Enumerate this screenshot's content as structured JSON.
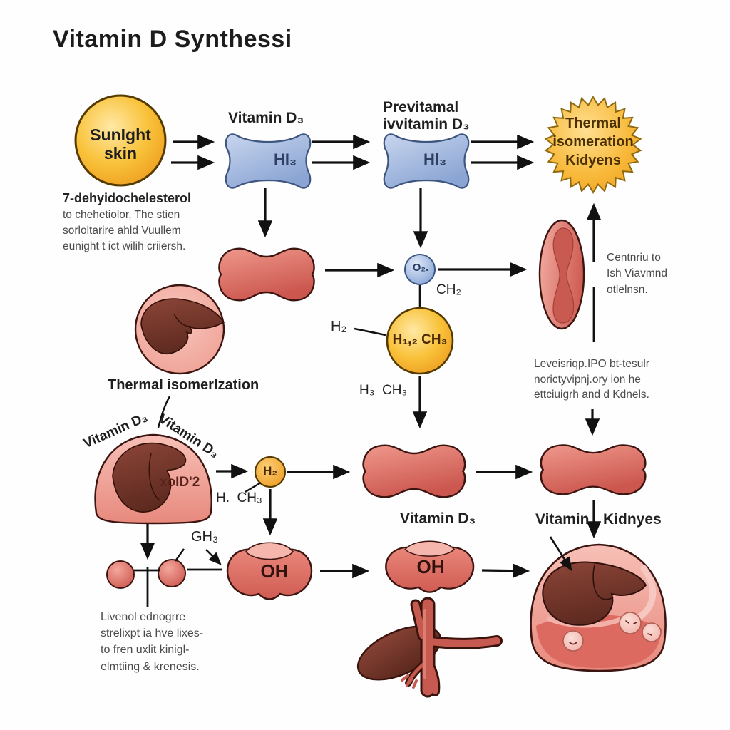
{
  "title": "Vitamin D Synthessi",
  "sun": {
    "line1": "SunIght",
    "line2": "skin"
  },
  "top": {
    "blue1_label": "Vitamin D₃",
    "blue1_inner": "HI₃",
    "blue2_label_line1": "Previtamal",
    "blue2_label_line2": "ivvitamin D₃",
    "blue2_inner": "Hl₃",
    "star_line1": "Thermal",
    "star_line2": "isomeration",
    "star_line3": "Kidyens"
  },
  "left_note": {
    "heading": "7-dehyidochelesterol",
    "line1": "to chehetiolor, The stien",
    "line2": "sorloltarire ahld Vuullem",
    "line3": "eunight t ict wilih criiersh."
  },
  "mid": {
    "o2": "O₂.",
    "ch2": "CH₂",
    "h2": "H₂",
    "yellow": "H₁,₂ CH₃",
    "h3ch3": "H₃  CH₃"
  },
  "right_note1": {
    "line1": "Centnriu to",
    "line2": "Ish Viavmnd",
    "line3": "otlelnsn."
  },
  "right_note2": {
    "line1": "Leveisriqp.IPO bt-tesulr",
    "line2": "norictyvipnj.ory ion he",
    "line3": "ettciuigrh and d Kdnels."
  },
  "liver": {
    "thermal": "Thermal isomerlzation",
    "rot_left": "Vitamin D₃",
    "rot_right": "Vitamin D₃",
    "dome_label": "xoID'2",
    "h2_small": "H₂",
    "h_ch3": "H.  CH₃"
  },
  "bottom": {
    "vitd3": "Vitamin D₃",
    "vitamin": "Vitamin",
    "kidneys": "Kidnyes",
    "gh3": "GH₃",
    "oh1": "OH",
    "oh2": "OH"
  },
  "bottom_note": {
    "line1": "Livenol ednogrre",
    "line2": "strelixpt ia hve lixes-",
    "line3": "to fren uxlit kinigl-",
    "line4": "elmtiing & krenesis."
  },
  "colors": {
    "accent_orange": "#f2a51c",
    "accent_blue": "#8ca6d4",
    "accent_red": "#cd5a52",
    "liver_brown": "#6b2f24",
    "ink": "#1d1d1d"
  }
}
